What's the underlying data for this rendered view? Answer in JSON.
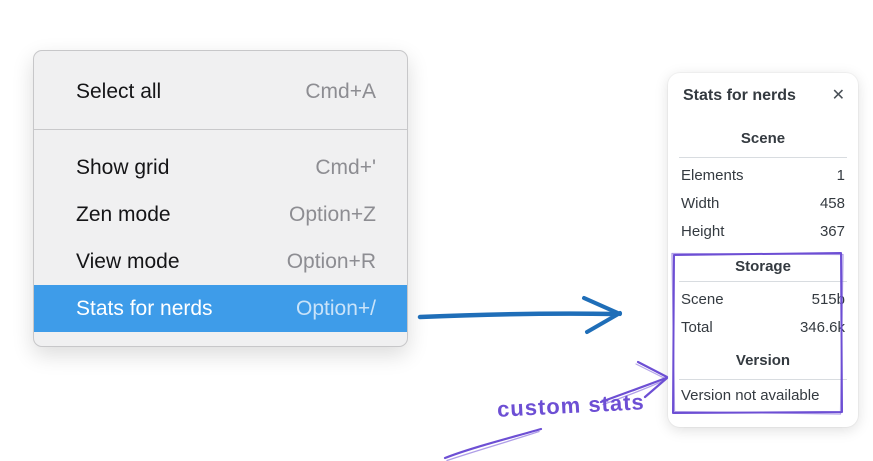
{
  "menu": {
    "items": [
      {
        "label": "Select all",
        "shortcut": "Cmd+A",
        "highlighted": false
      },
      {
        "label": "Show grid",
        "shortcut": "Cmd+'",
        "highlighted": false
      },
      {
        "label": "Zen mode",
        "shortcut": "Option+Z",
        "highlighted": false
      },
      {
        "label": "View mode",
        "shortcut": "Option+R",
        "highlighted": false
      },
      {
        "label": "Stats for nerds",
        "shortcut": "Option+/",
        "highlighted": true
      }
    ]
  },
  "panel": {
    "title": "Stats for nerds",
    "close_icon": "✕",
    "sections": [
      {
        "header": "Scene",
        "rows": [
          {
            "label": "Elements",
            "value": "1"
          },
          {
            "label": "Width",
            "value": "458"
          },
          {
            "label": "Height",
            "value": "367"
          }
        ]
      },
      {
        "header": "Storage",
        "rows": [
          {
            "label": "Scene",
            "value": "515b"
          },
          {
            "label": "Total",
            "value": "346.6k"
          }
        ]
      },
      {
        "header": "Version",
        "note": "Version not available"
      }
    ]
  },
  "annotations": {
    "custom_stats_label": "custom stats"
  },
  "colors": {
    "menu_highlight": "#3e9ce9",
    "arrow_blue": "#1f6eb8",
    "annotation_purple": "#6d4fd4"
  }
}
